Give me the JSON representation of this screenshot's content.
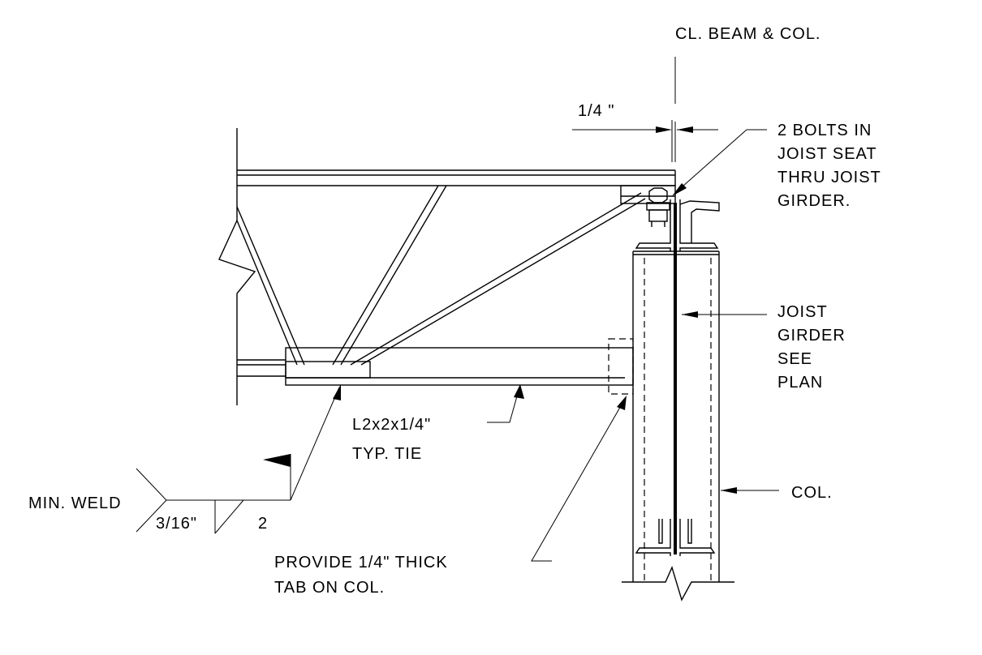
{
  "labels": {
    "centerline": "CL. BEAM & COL.",
    "dim_quarter": "1/4 \"",
    "bolts_line1": "2 BOLTS IN",
    "bolts_line2": "JOIST SEAT",
    "bolts_line3": "THRU JOIST",
    "bolts_line4": "GIRDER.",
    "girder_line1": "JOIST",
    "girder_line2": "GIRDER",
    "girder_line3": "SEE",
    "girder_line4": "PLAN",
    "tie_line1": "L2x2x1/4\"",
    "tie_line2": "TYP. TIE",
    "col": "COL.",
    "weld_tail": "MIN. WELD",
    "weld_size": "3/16\"",
    "weld_length": "2",
    "tab_line1": "PROVIDE 1/4\" THICK",
    "tab_line2": "TAB ON COL."
  }
}
